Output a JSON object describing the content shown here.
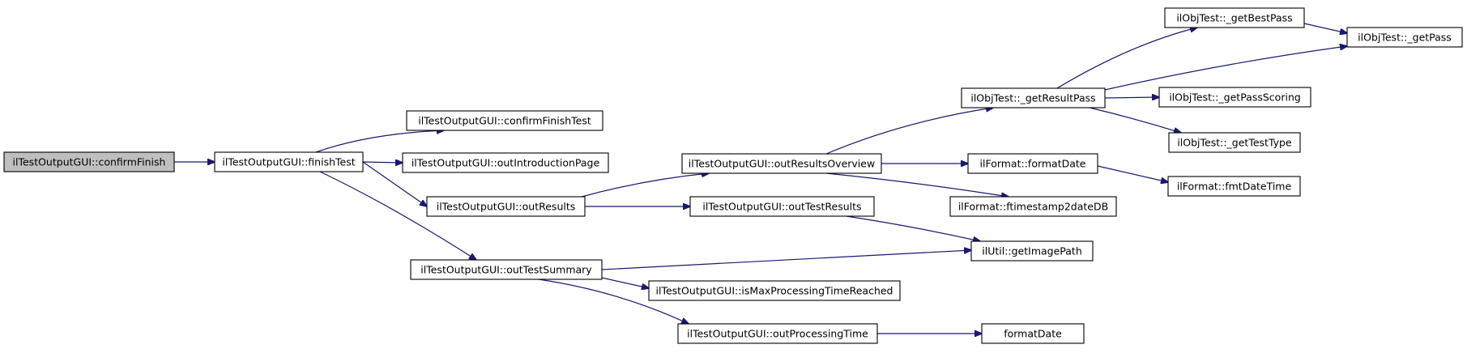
{
  "graph": {
    "type": "call-graph",
    "nodes": [
      {
        "id": "confirmFinish",
        "label": "ilTestOutputGUI::confirmFinish",
        "root": true
      },
      {
        "id": "finishTest",
        "label": "ilTestOutputGUI::finishTest"
      },
      {
        "id": "confirmFinishTest",
        "label": "ilTestOutputGUI::confirmFinishTest"
      },
      {
        "id": "outIntroductionPage",
        "label": "ilTestOutputGUI::outIntroductionPage"
      },
      {
        "id": "outResults",
        "label": "ilTestOutputGUI::outResults"
      },
      {
        "id": "outTestSummary",
        "label": "ilTestOutputGUI::outTestSummary"
      },
      {
        "id": "outResultsOverview",
        "label": "ilTestOutputGUI::outResultsOverview"
      },
      {
        "id": "outTestResults",
        "label": "ilTestOutputGUI::outTestResults"
      },
      {
        "id": "isMaxProcessingTimeReached",
        "label": "ilTestOutputGUI::isMaxProcessingTimeReached"
      },
      {
        "id": "outProcessingTime",
        "label": "ilTestOutputGUI::outProcessingTime"
      },
      {
        "id": "getResultPass",
        "label": "ilObjTest::_getResultPass"
      },
      {
        "id": "formatDateIl",
        "label": "ilFormat::formatDate"
      },
      {
        "id": "ftimestamp2dateDB",
        "label": "ilFormat::ftimestamp2dateDB"
      },
      {
        "id": "getImagePath",
        "label": "ilUtil::getImagePath"
      },
      {
        "id": "formatDate",
        "label": "formatDate"
      },
      {
        "id": "getBestPass",
        "label": "ilObjTest::_getBestPass"
      },
      {
        "id": "getPass",
        "label": "ilObjTest::_getPass"
      },
      {
        "id": "getPassScoring",
        "label": "ilObjTest::_getPassScoring"
      },
      {
        "id": "getTestType",
        "label": "ilObjTest::_getTestType"
      },
      {
        "id": "fmtDateTime",
        "label": "ilFormat::fmtDateTime"
      }
    ],
    "edges": [
      {
        "from": "confirmFinish",
        "to": "finishTest"
      },
      {
        "from": "finishTest",
        "to": "confirmFinishTest"
      },
      {
        "from": "finishTest",
        "to": "outIntroductionPage"
      },
      {
        "from": "finishTest",
        "to": "outResults"
      },
      {
        "from": "finishTest",
        "to": "outTestSummary"
      },
      {
        "from": "outResults",
        "to": "outResultsOverview"
      },
      {
        "from": "outResults",
        "to": "outTestResults"
      },
      {
        "from": "outTestSummary",
        "to": "getImagePath"
      },
      {
        "from": "outTestSummary",
        "to": "isMaxProcessingTimeReached"
      },
      {
        "from": "outTestSummary",
        "to": "outProcessingTime"
      },
      {
        "from": "outResultsOverview",
        "to": "getResultPass"
      },
      {
        "from": "outResultsOverview",
        "to": "formatDateIl"
      },
      {
        "from": "outResultsOverview",
        "to": "ftimestamp2dateDB"
      },
      {
        "from": "outTestResults",
        "to": "getImagePath"
      },
      {
        "from": "outProcessingTime",
        "to": "formatDate"
      },
      {
        "from": "getResultPass",
        "to": "getBestPass"
      },
      {
        "from": "getResultPass",
        "to": "getPass"
      },
      {
        "from": "getResultPass",
        "to": "getPassScoring"
      },
      {
        "from": "getResultPass",
        "to": "getTestType"
      },
      {
        "from": "getBestPass",
        "to": "getPass"
      },
      {
        "from": "formatDateIl",
        "to": "fmtDateTime"
      }
    ]
  }
}
